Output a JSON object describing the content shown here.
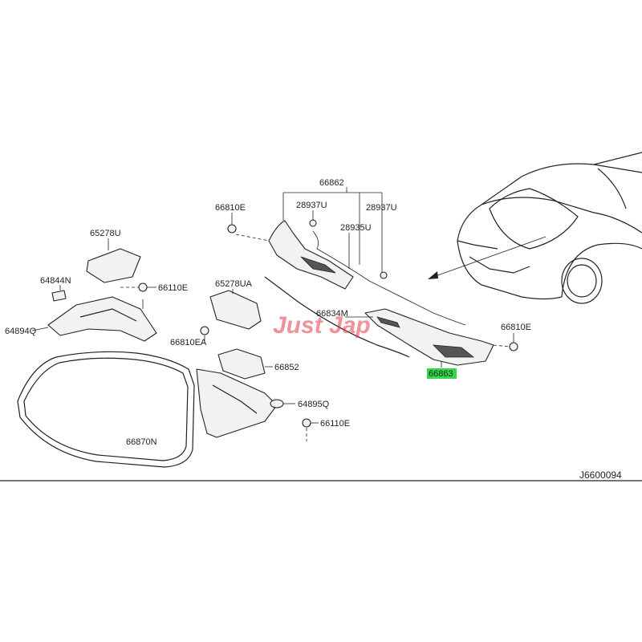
{
  "diagram": {
    "reference_code": "J6600094",
    "highlight_color": "#2fd94a",
    "watermark_color": "#e63946",
    "watermark_text": "Just Jap"
  },
  "labels": {
    "p66862": "66862",
    "p28937U_left": "28937U",
    "p28937U_right": "28937U",
    "p28935U": "28935U",
    "p66810E_top": "66810E",
    "p65278U": "65278U",
    "p64844N": "64844N",
    "p66110E_top": "66110E",
    "p64894Q": "64894Q",
    "p65278UA": "65278UA",
    "p66834M": "66834M",
    "p66810E_right": "66810E",
    "p66810EA": "66810EA",
    "p66852": "66852",
    "p66863": "66863",
    "p64895Q": "64895Q",
    "p66110E_bottom": "66110E",
    "p66870N": "66870N"
  }
}
